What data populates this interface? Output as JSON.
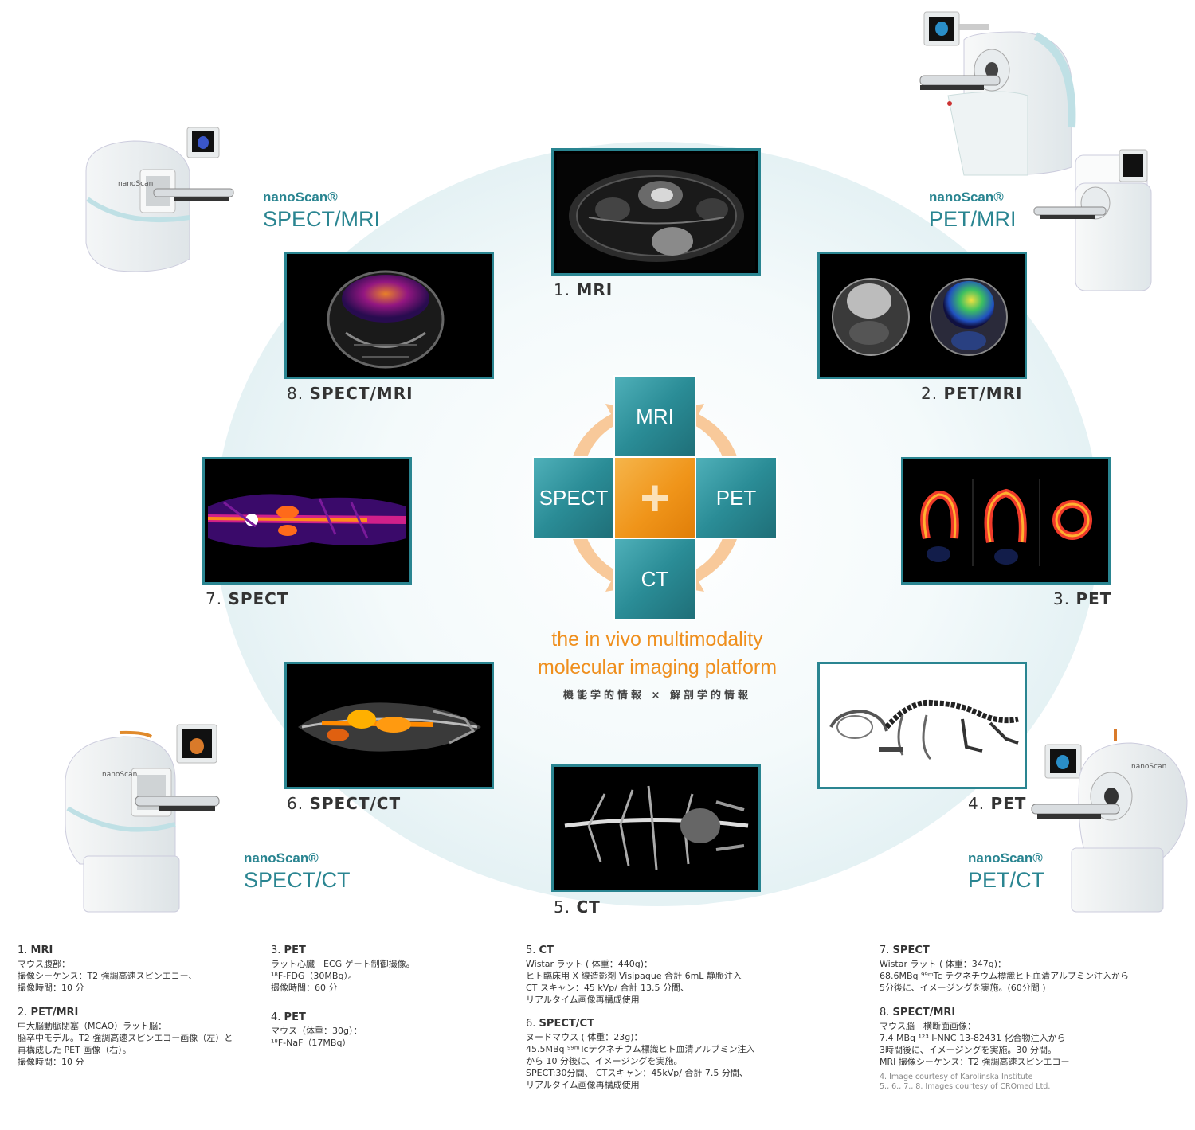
{
  "center": {
    "tiles": {
      "top": "MRI",
      "left": "SPECT",
      "right": "PET",
      "bottom": "CT",
      "center": "+"
    },
    "tagline1": "the in vivo multimodality",
    "tagline2": "molecular imaging platform",
    "subtag": "機能学的情報 × 解剖学的情報"
  },
  "brands": {
    "spect_mri": {
      "name": "nanoScan®",
      "model": "SPECT/MRI"
    },
    "pet_mri": {
      "name": "nanoScan®",
      "model": "PET/MRI"
    },
    "spect_ct": {
      "name": "nanoScan®",
      "model": "SPECT/CT"
    },
    "pet_ct": {
      "name": "nanoScan®",
      "model": "PET/CT"
    }
  },
  "captions": {
    "c1": {
      "num": "1.",
      "label": "MRI"
    },
    "c2": {
      "num": "2.",
      "label": "PET/MRI"
    },
    "c3": {
      "num": "3.",
      "label": "PET"
    },
    "c4": {
      "num": "4.",
      "label": "PET"
    },
    "c5": {
      "num": "5.",
      "label": "CT"
    },
    "c6": {
      "num": "6.",
      "label": "SPECT/CT"
    },
    "c7": {
      "num": "7.",
      "label": "SPECT"
    },
    "c8": {
      "num": "8.",
      "label": "SPECT/MRI"
    }
  },
  "notes": {
    "n1": {
      "num": "1.",
      "title": "MRI",
      "lines": [
        "マウス腹部：",
        "撮像シーケンス：T2 強調高速スピンエコー、",
        "撮像時間：10 分"
      ]
    },
    "n2": {
      "num": "2.",
      "title": "PET/MRI",
      "lines": [
        "中大脳動脈閉塞（MCAO）ラット脳：",
        "脳卒中モデル。T2 強調高速スピンエコー画像（左）と",
        "再構成した PET 画像（右）。",
        "撮像時間：10 分"
      ]
    },
    "n3": {
      "num": "3.",
      "title": "PET",
      "lines": [
        "ラット心臓　ECG ゲート制御撮像。",
        "¹⁸F-FDG（30MBq）。",
        "撮像時間：60 分"
      ]
    },
    "n4": {
      "num": "4.",
      "title": "PET",
      "lines": [
        "マウス（体重：30g）：",
        "¹⁸F-NaF（17MBq）"
      ]
    },
    "n5": {
      "num": "5.",
      "title": "CT",
      "lines": [
        "Wistar ラット ( 体重：440g)：",
        "ヒト臨床用 X 線造影剤 Visipaque 合計 6mL 静脈注入",
        "CT スキャン：45 kVp/ 合計 13.5 分間、",
        "リアルタイム画像再構成使用"
      ]
    },
    "n6": {
      "num": "6.",
      "title": "SPECT/CT",
      "lines": [
        "ヌードマウス ( 体重：23g)：",
        "45.5MBq ⁹⁹ᵐTcテクネチウム標識ヒト血清アルブミン注入",
        "から 10 分後に、イメージングを実施。",
        "SPECT:30分間、 CTスキャン：45kVp/ 合計 7.5 分間、",
        "リアルタイム画像再構成使用"
      ]
    },
    "n7": {
      "num": "7.",
      "title": "SPECT",
      "lines": [
        "Wistar ラット ( 体重：347g)：",
        "68.6MBq ⁹⁹ᵐTc テクネチウム標識ヒト血清アルブミン注入から",
        "5分後に、イメージングを実施。(60分間 )"
      ]
    },
    "n8": {
      "num": "8.",
      "title": "SPECT/MRI",
      "lines": [
        "マウス脳　横断面画像：",
        "7.4 MBq ¹²³ I-NNC 13-82431 化合物注入から",
        "3時間後に、イメージングを実施。30 分間。",
        "MRI 撮像シーケンス：T2 強調高速スピンエコー"
      ]
    }
  },
  "credits": [
    "4. Image courtesy of Karolinska Institute",
    "5., 6., 7., 8. Images courtesy of CROmed Ltd."
  ],
  "colors": {
    "teal": "#2a8591",
    "orange": "#ef8f1d"
  },
  "icons": [
    "cycle-arrows-icon",
    "plus-icon"
  ]
}
